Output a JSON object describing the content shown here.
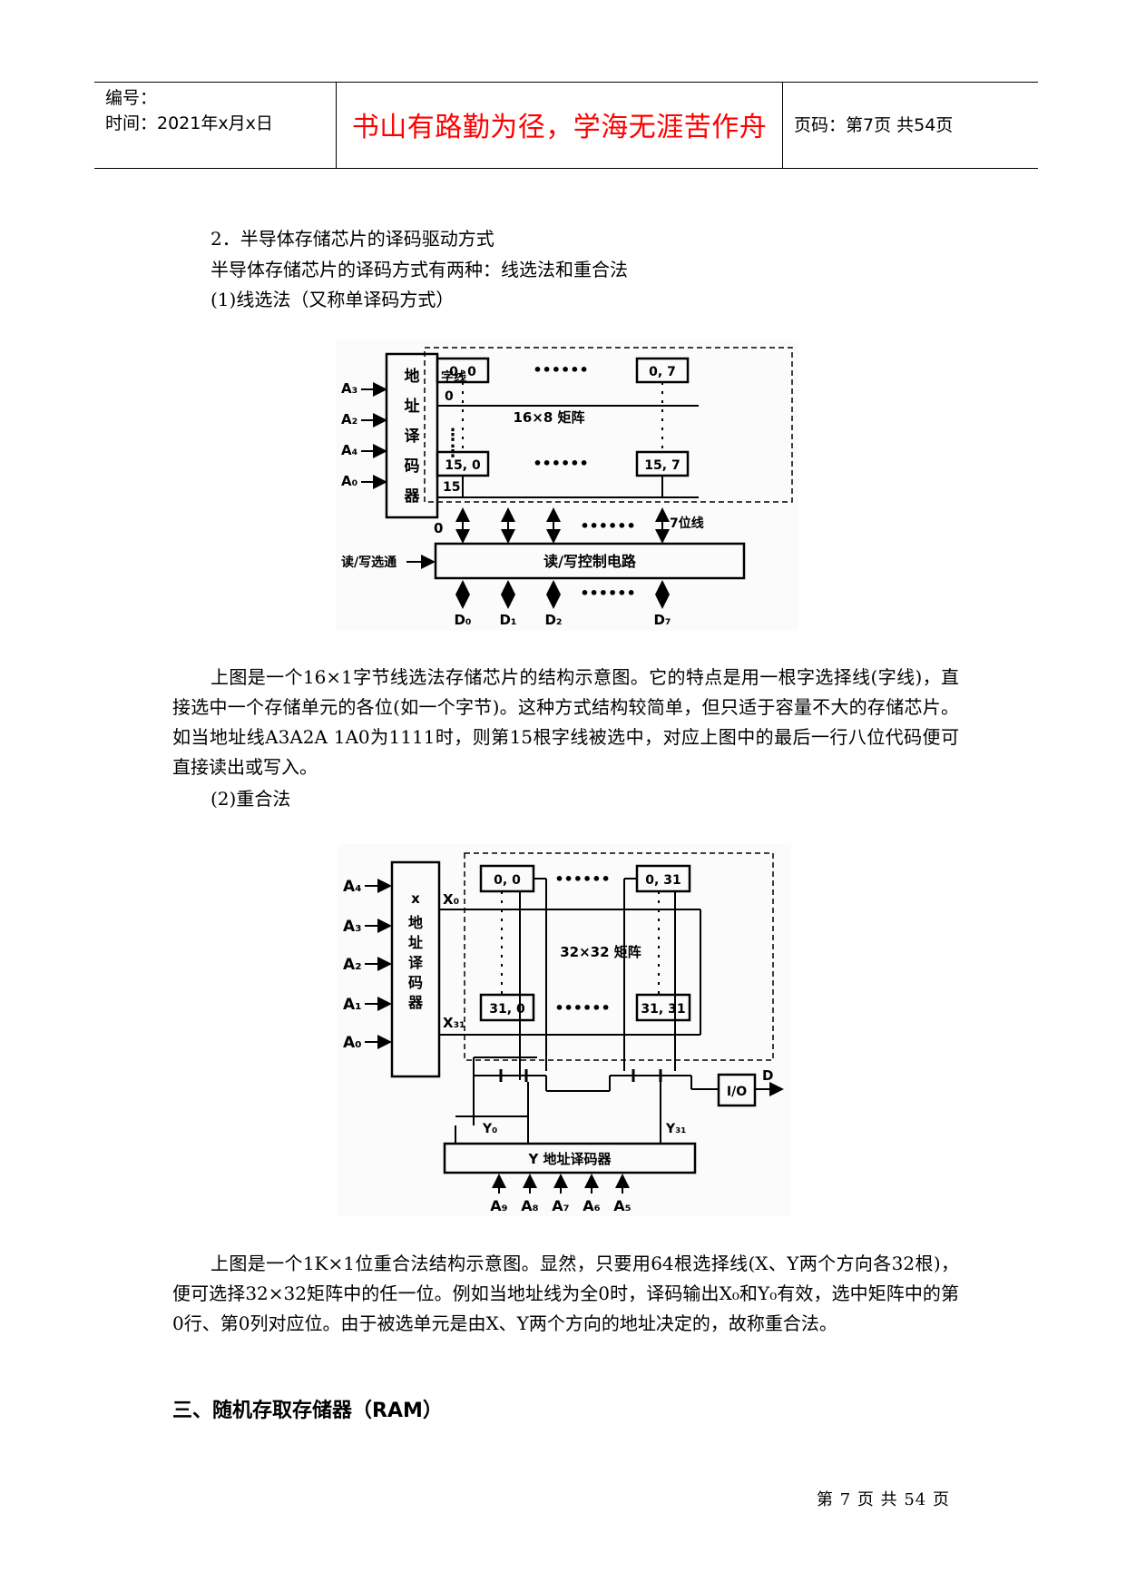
{
  "header": {
    "number_label": "编号：",
    "time_text": "时间：2021年x月x日",
    "motto": "书山有路勤为径，学海无涯苦作舟",
    "page_text": "页码：第7页  共54页"
  },
  "body": {
    "section_title": "2．半导体存储芯片的译码驱动方式",
    "intro": "半导体存储芯片的译码方式有两种：线选法和重合法",
    "item1": "(1)线选法（又称单译码方式）",
    "para1": "上图是一个16×1字节线选法存储芯片的结构示意图。它的特点是用一根字选择线(字线)，直接选中一个存储单元的各位(如一个字节)。这种方式结构较简单，但只适于容量不大的存储芯片。如当地址线A3A2A 1A0为1111时，则第15根字线被选中，对应上图中的最后一行八位代码便可直接读出或写入。",
    "item2": "(2)重合法",
    "para2": "上图是一个1K×1位重合法结构示意图。显然，只要用64根选择线(X、Y两个方向各32根)，便可选择32×32矩阵中的任一位。例如当地址线为全0时，译码输出X₀和Y₀有效，选中矩阵中的第0行、第0列对应位。由于被选单元是由X、Y两个方向的地址决定的，故称重合法。",
    "heading": "三、随机存取存储器（RAM）"
  },
  "diagram1": {
    "decoder_chars": [
      "地",
      "址",
      "译",
      "码",
      "器"
    ],
    "inputs": [
      "A₃",
      "A₂",
      "A₄",
      "A₀"
    ],
    "wordline_label": "字线",
    "wordline_first": "0",
    "wordline_last": "15",
    "cells": [
      "0, 0",
      "0, 7",
      "15, 0",
      "15, 7"
    ],
    "matrix_label": "16×8 矩阵",
    "bit_first": "0",
    "bitline_label": "7位线",
    "rw_input": "读/写选通",
    "rw_box": "读/写控制电路",
    "data_outputs": [
      "D₀",
      "D₁",
      "D₂",
      "D₇"
    ]
  },
  "diagram2": {
    "inputs": [
      "A₄",
      "A₃",
      "A₂",
      "A₁",
      "A₀"
    ],
    "x_decoder_chars": [
      "x",
      "地",
      "址",
      "译",
      "码",
      "器"
    ],
    "x_first": "X₀",
    "x_last": "X₃₁",
    "cells": [
      "0, 0",
      "0, 31",
      "31, 0",
      "31, 31"
    ],
    "matrix_label": "32×32 矩阵",
    "io_label": "I/O",
    "d_label": "D",
    "y_first": "Y₀",
    "y_last": "Y₃₁",
    "y_decoder": "Y 地址译码器",
    "y_inputs": [
      "A₉",
      "A₈",
      "A₇",
      "A₆",
      "A₅"
    ]
  },
  "footer": {
    "text": "第 7 页 共 54 页"
  }
}
